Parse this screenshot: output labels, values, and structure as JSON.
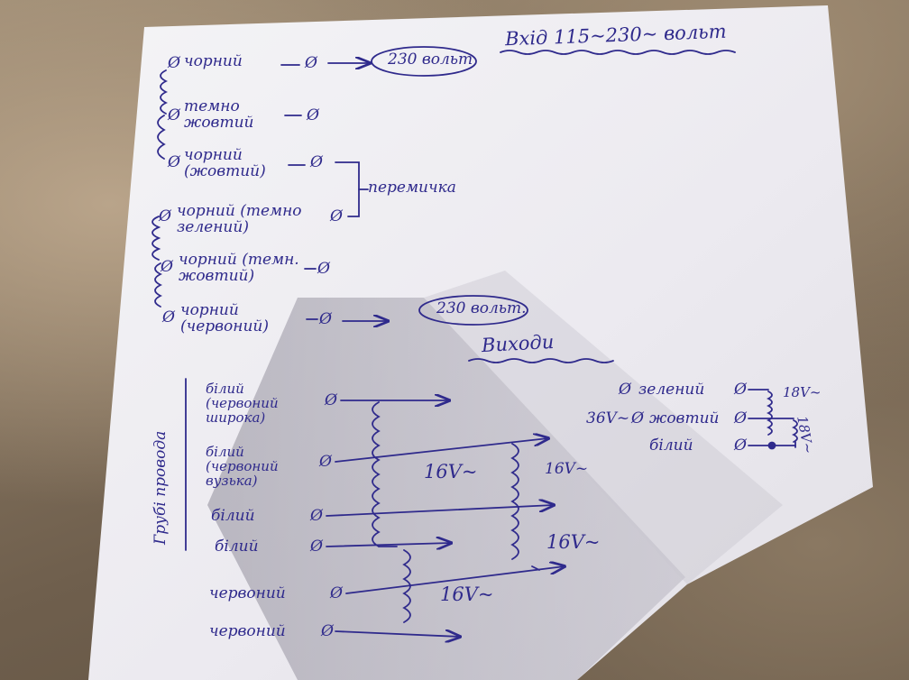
{
  "input_section": {
    "title": "Вхід 115~230~ вольт",
    "wires": [
      {
        "label": "чорний"
      },
      {
        "label": "темно жовтий"
      },
      {
        "label": "чорний (жовтий)"
      },
      {
        "label": "чорний (темно зелений)"
      },
      {
        "label": "чорний (темн. жовтий)"
      },
      {
        "label": "чорний (червоний)"
      }
    ],
    "out_top": "230 вольт",
    "jumper_label": "перемичка",
    "out_bottom": "230 вольт."
  },
  "output_section": {
    "title": "Виходи",
    "side_label": "Грубі провода",
    "wires": [
      {
        "label": "білий (червоний широка)"
      },
      {
        "label": "білий (червоний вузька)"
      },
      {
        "label": "білий"
      },
      {
        "label": "білий"
      },
      {
        "label": "червоний"
      },
      {
        "label": "червоний"
      }
    ],
    "voltages": [
      "16V~",
      "16V~",
      "16V~",
      "16V~"
    ]
  },
  "small_secondary": {
    "input_label": "36V~",
    "wires": [
      {
        "label": "зелений"
      },
      {
        "label": "жовтий"
      },
      {
        "label": "білий"
      }
    ],
    "voltages": [
      "18V~",
      "18V~"
    ]
  },
  "terminal_symbol": "Ø",
  "colors": {
    "ink": "#2f2a8c",
    "paper": "#f3f2f5"
  }
}
